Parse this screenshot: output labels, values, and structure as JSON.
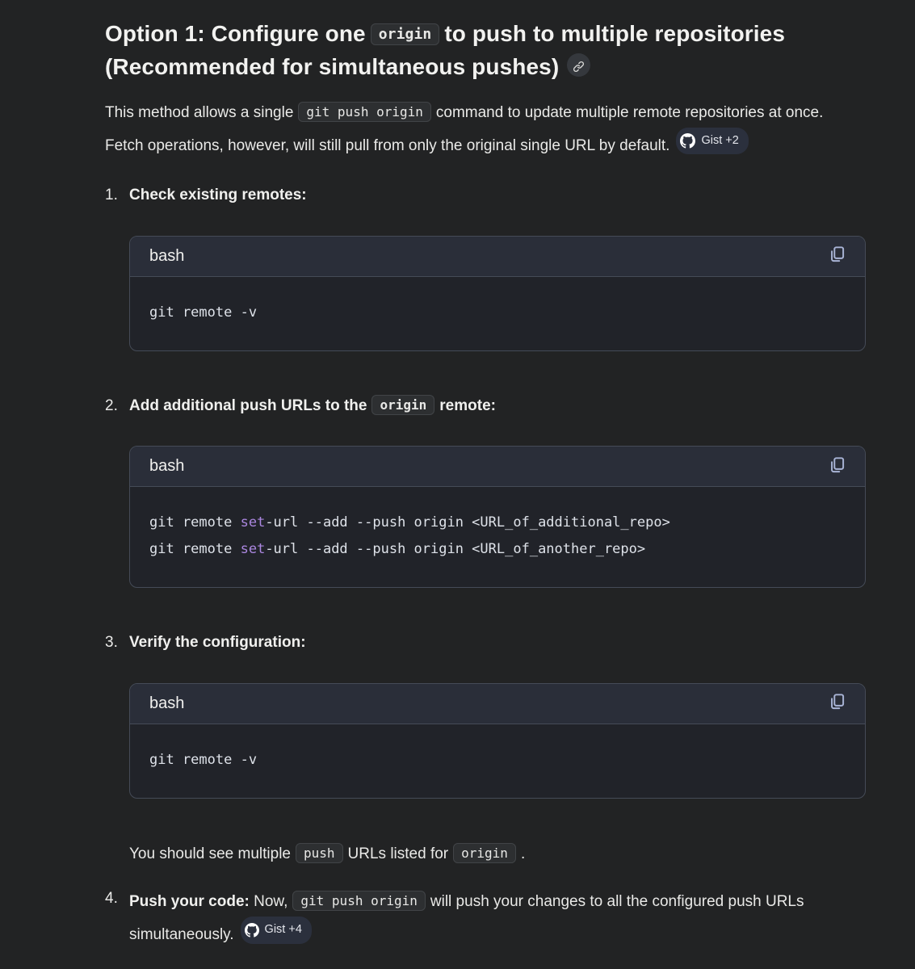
{
  "heading": {
    "text_before_code": "Option 1: Configure one",
    "inline_code": "origin",
    "text_after_code": "to push to multiple repositories (Recommended for simultaneous pushes)"
  },
  "intro": {
    "text_before_code": "This method allows a single",
    "inline_code": "git push origin",
    "text_after_code": "command to update multiple remote repositories at once. Fetch operations, however, will still pull from only the original single URL by default.",
    "citation_label": "Gist +2"
  },
  "steps": {
    "s1": {
      "number": "1.",
      "title": "Check existing remotes:",
      "code": {
        "language": "bash",
        "line1": {
          "pre": "git remote -v",
          "kw": "",
          "post": ""
        }
      }
    },
    "s2": {
      "number": "2.",
      "title_before_code": "Add additional push URLs to the",
      "inline_code": "origin",
      "title_after_code": "remote:",
      "code": {
        "language": "bash",
        "line1": {
          "pre": "git remote ",
          "kw": "set",
          "post": "-url --add --push origin <URL_of_additional_repo>"
        },
        "line2": {
          "pre": "git remote ",
          "kw": "set",
          "post": "-url --add --push origin <URL_of_another_repo>"
        }
      }
    },
    "s3": {
      "number": "3.",
      "title": "Verify the configuration:",
      "code": {
        "language": "bash",
        "line1": {
          "pre": "git remote -v",
          "kw": "",
          "post": ""
        }
      }
    },
    "s4": {
      "number": "4.",
      "bold_lead": "Push your code:",
      "text_before_code": "Now,",
      "inline_code": "git push origin",
      "text_after_code": "will push your changes to all the configured push URLs simultaneously.",
      "citation_label": "Gist +4"
    }
  },
  "note": {
    "text_1": "You should see multiple",
    "code_1": "push",
    "text_2": "URLs listed for",
    "code_2": "origin",
    "text_3": "."
  },
  "colors": {
    "background": "#222324",
    "code_header": "#2a2e39",
    "code_body": "#212329",
    "keyword": "#ab87e0",
    "copy_icon": "#a9b4d6"
  }
}
